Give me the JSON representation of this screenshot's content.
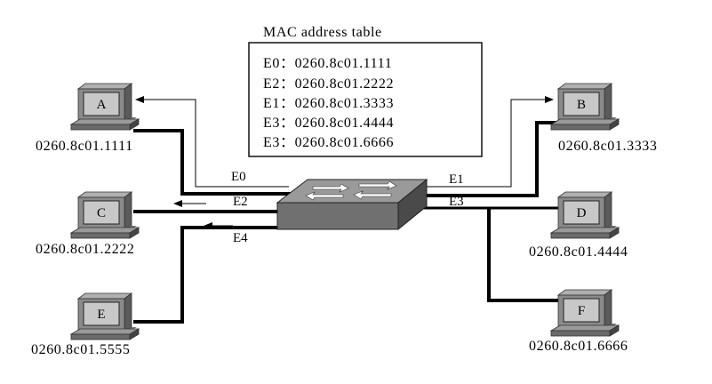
{
  "mac_table": {
    "title": "MAC address table",
    "entries": [
      "E0：0260.8c01.1111",
      "E2：0260.8c01.2222",
      "E1：0260.8c01.3333",
      "E3：0260.8c01.4444",
      "E3：0260.8c01.6666"
    ]
  },
  "hosts": {
    "A": {
      "label": "A",
      "mac": "0260.8c01.1111"
    },
    "B": {
      "label": "B",
      "mac": "0260.8c01.3333"
    },
    "C": {
      "label": "C",
      "mac": "0260.8c01.2222"
    },
    "D": {
      "label": "D",
      "mac": "0260.8c01.4444"
    },
    "E": {
      "label": "E",
      "mac": "0260.8c01.5555"
    },
    "F": {
      "label": "F",
      "mac": "0260.8c01.6666"
    }
  },
  "ports": {
    "e0": "E0",
    "e1": "E1",
    "e2": "E2",
    "e3": "E3",
    "e4": "E4"
  },
  "colors": {
    "line": "#000000",
    "switch_top": "#9a9a9a",
    "switch_front": "#6a6a6a",
    "pc_screen": "#c8c8c8"
  }
}
